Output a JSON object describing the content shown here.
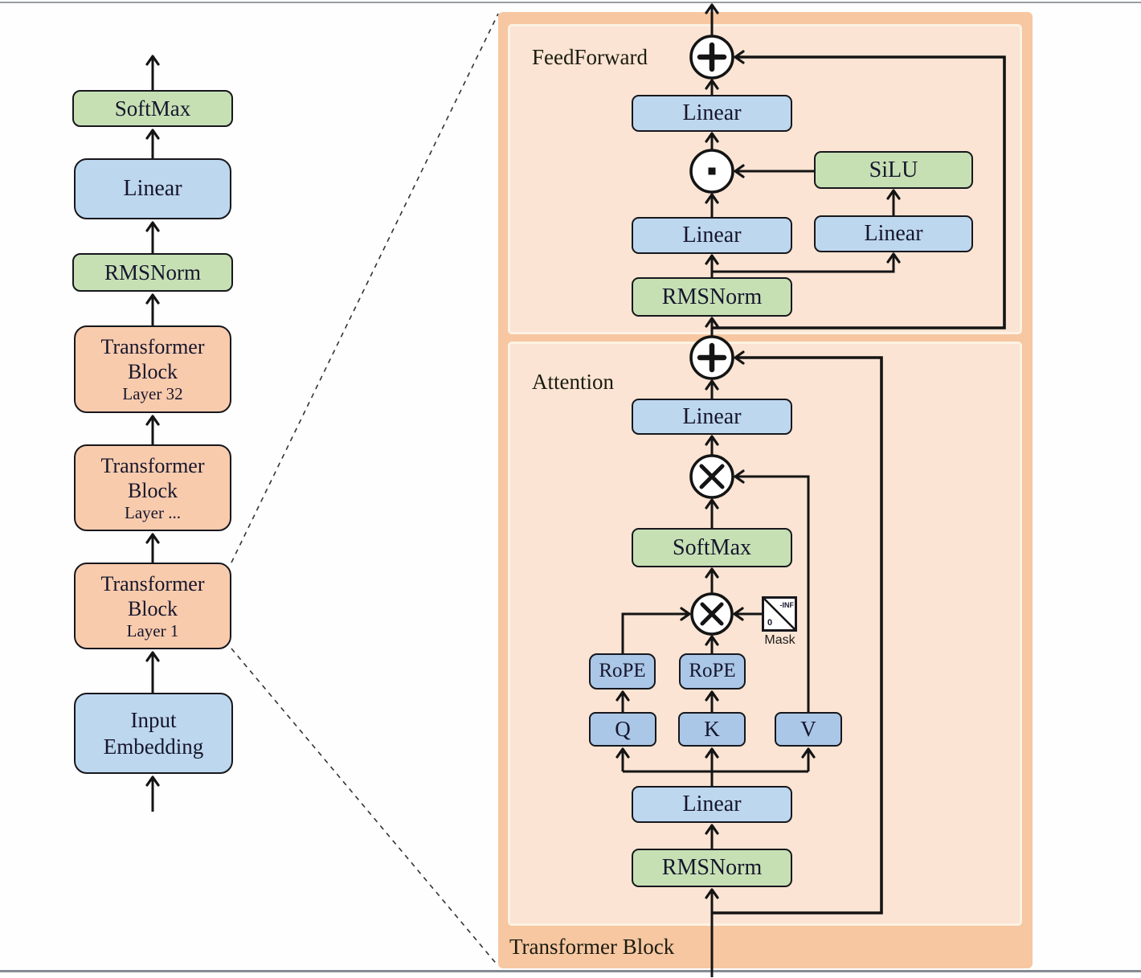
{
  "colors": {
    "panel_outer": "#f6c7a1",
    "panel_inner": "#fbe4d3",
    "panel_inner_border": "#fdf2e3",
    "block_orange": "#f8cbad",
    "block_blue": "#bdd7ee",
    "block_blue_dark": "#abc7e8",
    "block_green": "#c6e0b4",
    "line_color": "#141414"
  },
  "left_column": {
    "softmax": "SoftMax",
    "linear": "Linear",
    "rmsnorm": "RMSNorm",
    "blocks": [
      {
        "line1": "Transformer",
        "line2": "Block",
        "line3": "Layer 32"
      },
      {
        "line1": "Transformer",
        "line2": "Block",
        "line3": "Layer ..."
      },
      {
        "line1": "Transformer",
        "line2": "Block",
        "line3": "Layer 1"
      }
    ],
    "input_embedding": {
      "line1": "Input",
      "line2": "Embedding"
    }
  },
  "detail": {
    "feedforward_label": "FeedForward",
    "attention_label": "Attention",
    "transformer_block_label": "Transformer Block",
    "ff": {
      "linear_out": "Linear",
      "silu": "SiLU",
      "linear_gate": "Linear",
      "linear_up": "Linear",
      "rmsnorm": "RMSNorm"
    },
    "attn": {
      "linear_out": "Linear",
      "softmax": "SoftMax",
      "rope_q": "RoPE",
      "rope_k": "RoPE",
      "q": "Q",
      "k": "K",
      "v": "V",
      "linear_qkv": "Linear",
      "rmsnorm": "RMSNorm",
      "mask": {
        "label": "Mask",
        "upper": "-INF",
        "lower": "0"
      }
    }
  }
}
